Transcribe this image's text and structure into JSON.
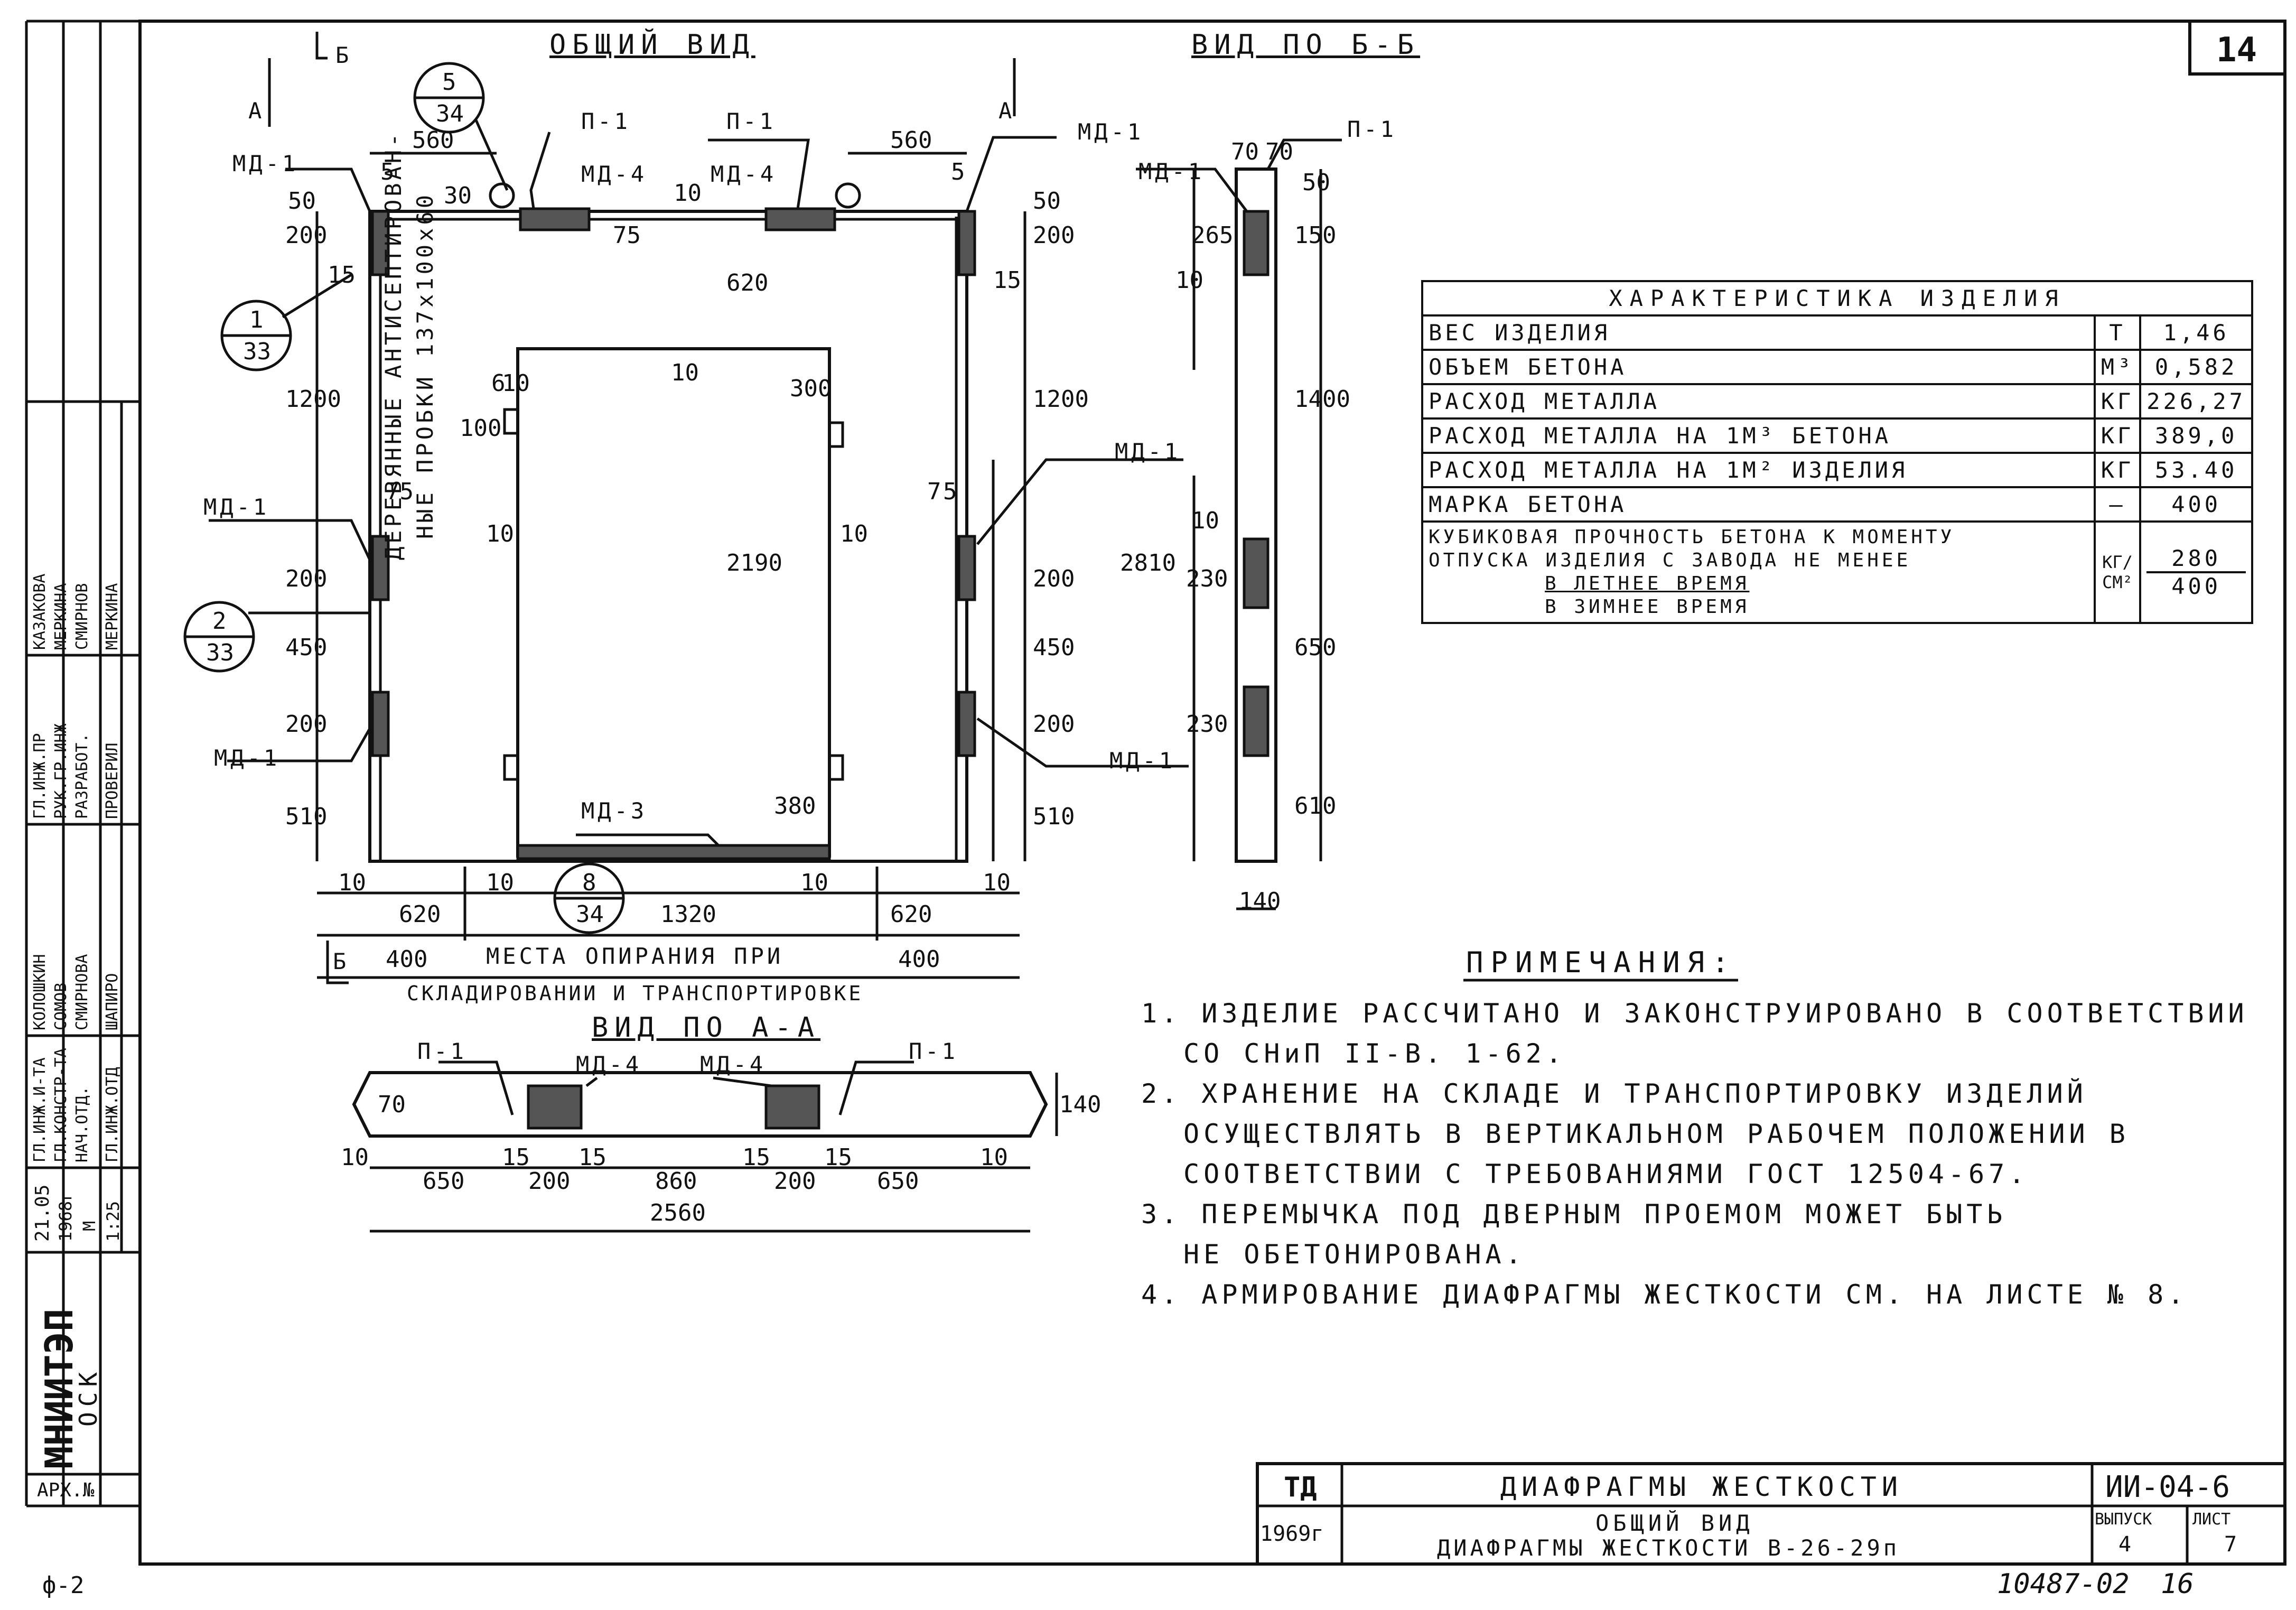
{
  "sheet": {
    "sheet_no": "14",
    "bottom_left": "ф-2",
    "bottom_right_code": "10487-02",
    "bottom_right_page": "16"
  },
  "views": {
    "general": "ОБЩИЙ ВИД",
    "view_bb": "ВИД ПО Б-Б",
    "view_aa": "ВИД ПО А-А"
  },
  "marks": {
    "a": "А",
    "b": "Б",
    "md1": "МД-1",
    "md3": "МД-3",
    "md4": "МД-4",
    "p1": "П-1"
  },
  "callouts": [
    {
      "top": "5",
      "bottom": "34"
    },
    {
      "top": "1",
      "bottom": "33"
    },
    {
      "top": "2",
      "bottom": "33"
    },
    {
      "top": "8",
      "bottom": "34"
    }
  ],
  "wood_note_line1": "ДЕРЕВЯННЫЕ АНТИСЕПТИРОВАН-",
  "wood_note_line2": "НЫЕ ПРОБКИ 137х100х60",
  "support_note_line1": "МЕСТА ОПИРАНИЯ ПРИ",
  "support_note_line2": "СКЛАДИРОВАНИИ И ТРАНСПОРТИРОВКЕ",
  "dims": {
    "d560": "560",
    "d5": "5",
    "d30": "30",
    "d10": "10",
    "d50": "50",
    "d200": "200",
    "d15": "15",
    "d75": "75",
    "d1200": "1200",
    "d620": "620",
    "d2190": "2190",
    "d2810": "2810",
    "d450": "450",
    "d510": "510",
    "d300": "300",
    "d380": "380",
    "d6": "6",
    "d100": "100",
    "d1320": "1320",
    "d400": "400",
    "d7": "7",
    "d70": "70",
    "d265": "265",
    "d150": "150",
    "d1400": "1400",
    "d230": "230",
    "d650": "650",
    "d610": "610",
    "d140": "140",
    "d860": "860",
    "d2560": "2560"
  },
  "characteristics": {
    "title": "ХАРАКТЕРИСТИКА ИЗДЕЛИЯ",
    "rows": [
      {
        "name": "ВЕС ИЗДЕЛИЯ",
        "unit": "Т",
        "value": "1,46"
      },
      {
        "name": "ОБЪЕМ БЕТОНА",
        "unit": "М³",
        "value": "0,582"
      },
      {
        "name": "РАСХОД МЕТАЛЛА",
        "unit": "КГ",
        "value": "226,27"
      },
      {
        "name": "РАСХОД МЕТАЛЛА НА 1М³ БЕТОНА",
        "unit": "КГ",
        "value": "389,0"
      },
      {
        "name": "РАСХОД МЕТАЛЛА НА 1М² ИЗДЕЛИЯ",
        "unit": "КГ",
        "value": "53.40"
      },
      {
        "name": "МАРКА БЕТОНА",
        "unit": "—",
        "value": "400"
      }
    ],
    "strength_line1": "КУБИКОВАЯ ПРОЧНОСТЬ БЕТОНА К МОМЕНТУ",
    "strength_line2": "ОТПУСКА ИЗДЕЛИЯ С ЗАВОДА НЕ МЕНЕЕ",
    "strength_summer": "В ЛЕТНЕЕ ВРЕМЯ",
    "strength_winter": "В ЗИМНЕЕ ВРЕМЯ",
    "strength_unit": "КГ/СМ²",
    "strength_summer_value": "280",
    "strength_winter_value": "400"
  },
  "notes": {
    "title": "ПРИМЕЧАНИЯ:",
    "lines": [
      "1. ИЗДЕЛИЕ РАССЧИТАНО И ЗАКОНСТРУИРОВАНО В СООТВЕТСТВИИ",
      "   СО СНиП II-В. 1-62.",
      "2. ХРАНЕНИЕ НА СКЛАДЕ И ТРАНСПОРТИРОВКУ ИЗДЕЛИЙ",
      "   ОСУЩЕСТВЛЯТЬ В ВЕРТИКАЛЬНОМ РАБОЧЕМ ПОЛОЖЕНИИ В",
      "   СООТВЕТСТВИИ С ТРЕБОВАНИЯМИ ГОСТ 12504-67.",
      "3. ПЕРЕМЫЧКА ПОД ДВЕРНЫМ ПРОЕМОМ МОЖЕТ БЫТЬ",
      "   НЕ ОБЕТОНИРОВАНА.",
      "4. АРМИРОВАНИЕ ДИАФРАГМЫ ЖЕСТКОСТИ СМ. НА ЛИСТЕ № 8."
    ]
  },
  "title_block": {
    "td": "ТД",
    "year": "1969г",
    "title": "ДИАФРАГМЫ ЖЕСТКОСТИ",
    "subtitle1": "ОБЩИЙ ВИД",
    "subtitle2": "ДИАФРАГМЫ ЖЕСТКОСТИ В-26-29п",
    "code": "ИИ-04-6",
    "issue_label": "ВЫПУСК",
    "issue": "4",
    "sheet_label": "ЛИСТ",
    "sheet": "7"
  },
  "left_stamp": {
    "org": "МНИИТЭП",
    "dept": "ОСК",
    "arch": "АРХ.№",
    "date": "21.05",
    "year": "1968г",
    "scale_label": "М",
    "scale": "1:25",
    "roles": [
      "ГЛ.ИНЖ.И-ТА",
      "ГЛ.КОНСТР-ТА",
      "НАЧ.ОТД.",
      "ГЛ.ИНЖ.ОТД",
      "ГЛ.ИНЖ.ПР",
      "РУК.ГР.ИНЖ",
      "РАЗРАБОТ.",
      "ПРОВЕРИЛ"
    ],
    "names": [
      "СОМОВ",
      "СМИРНОВА",
      "ШАПИРО",
      "КАЗАКОВА",
      "МЕРКИНА",
      "СМИРНОВ",
      "МЕРКИНА",
      "КОЛОШКИН"
    ]
  }
}
